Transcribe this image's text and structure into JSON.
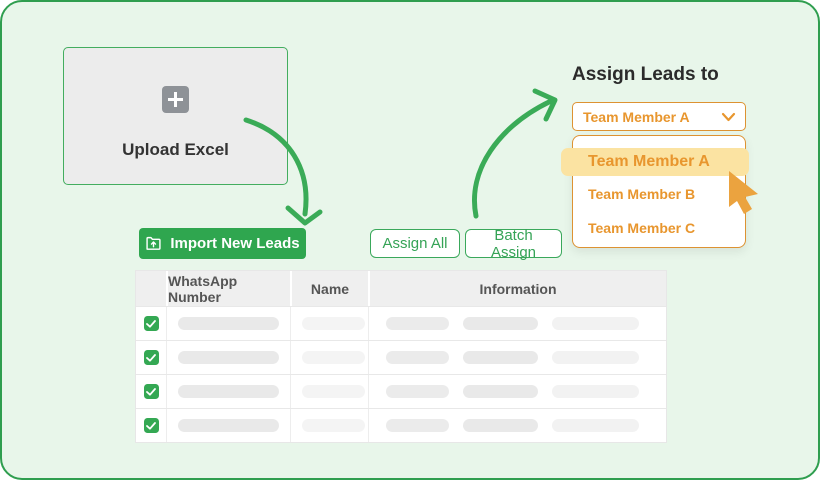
{
  "colors": {
    "accent_green": "#34a853",
    "accent_orange": "#e8962e",
    "highlight_gold": "#fbe3a2",
    "canvas_bg": "#e8f6ea"
  },
  "upload_box": {
    "label": "Upload Excel"
  },
  "import_button": {
    "label": "Import New Leads"
  },
  "actions": {
    "assign_all": "Assign All",
    "batch_assign": "Batch Assign"
  },
  "assign_panel": {
    "title": "Assign Leads to",
    "select": {
      "value": "Team Member A"
    },
    "options": [
      {
        "label": "Team Member A",
        "highlighted": true
      },
      {
        "label": "Team Member B",
        "highlighted": false
      },
      {
        "label": "Team Member C",
        "highlighted": false
      }
    ]
  },
  "table": {
    "headers": {
      "whatsapp": "WhatsApp Number",
      "name": "Name",
      "information": "Information"
    },
    "row_count": 4,
    "rows_checked": [
      true,
      true,
      true,
      true
    ]
  }
}
